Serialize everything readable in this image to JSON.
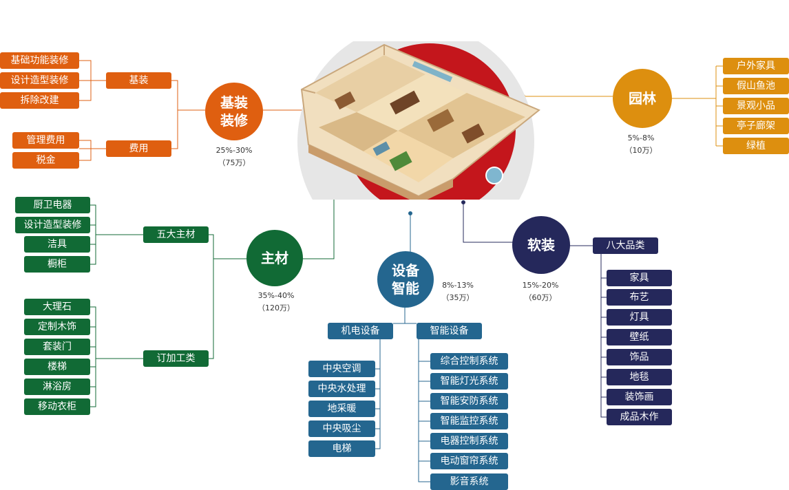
{
  "center": {
    "colors": {
      "halo": "#e6e6e6",
      "red": "#c4161c"
    }
  },
  "jizhuang": {
    "circle": [
      "基装",
      "装修"
    ],
    "pct": "25%-30%",
    "amount": "（75万）",
    "groups": [
      {
        "label": "基装",
        "items": [
          "基础功能装修",
          "设计造型装修",
          "拆除改建"
        ]
      },
      {
        "label": "费用",
        "items": [
          "管理费用",
          "税金"
        ]
      }
    ]
  },
  "zhucai": {
    "circle": [
      "主材"
    ],
    "pct": "35%-40%",
    "amount": "（120万）",
    "groups": [
      {
        "label": "五大主材",
        "items": [
          "厨卫电器",
          "设计造型装修",
          "洁具",
          "橱柜"
        ]
      },
      {
        "label": "订加工类",
        "items": [
          "大理石",
          "定制木饰",
          "套装门",
          "楼梯",
          "淋浴房",
          "移动衣柜"
        ]
      }
    ]
  },
  "shebei": {
    "circle": [
      "设备",
      "智能"
    ],
    "pct": "8%-13%",
    "amount": "（35万）",
    "groups": [
      {
        "label": "机电设备",
        "items": [
          "中央空调",
          "中央水处理",
          "地采暖",
          "中央吸尘",
          "电梯"
        ]
      },
      {
        "label": "智能设备",
        "items": [
          "综合控制系统",
          "智能灯光系统",
          "智能安防系统",
          "智能监控系统",
          "电器控制系统",
          "电动窗帘系统",
          "影音系统"
        ]
      }
    ]
  },
  "ruanzhuang": {
    "circle": [
      "软装"
    ],
    "pct": "15%-20%",
    "amount": "（60万）",
    "groups": [
      {
        "label": "八大品类",
        "items": [
          "家具",
          "布艺",
          "灯具",
          "壁纸",
          "饰品",
          "地毯",
          "装饰画",
          "成品木作"
        ]
      }
    ]
  },
  "yuanlin": {
    "circle": [
      "园林"
    ],
    "pct": "5%-8%",
    "amount": "（10万）",
    "items": [
      "户外家具",
      "假山鱼池",
      "景观小品",
      "亭子廊架",
      "绿植"
    ]
  },
  "colors": {
    "orange": "#df5f10",
    "green": "#116a35",
    "teal": "#24668f",
    "navy": "#25285b",
    "gold": "#dd8f0f"
  }
}
